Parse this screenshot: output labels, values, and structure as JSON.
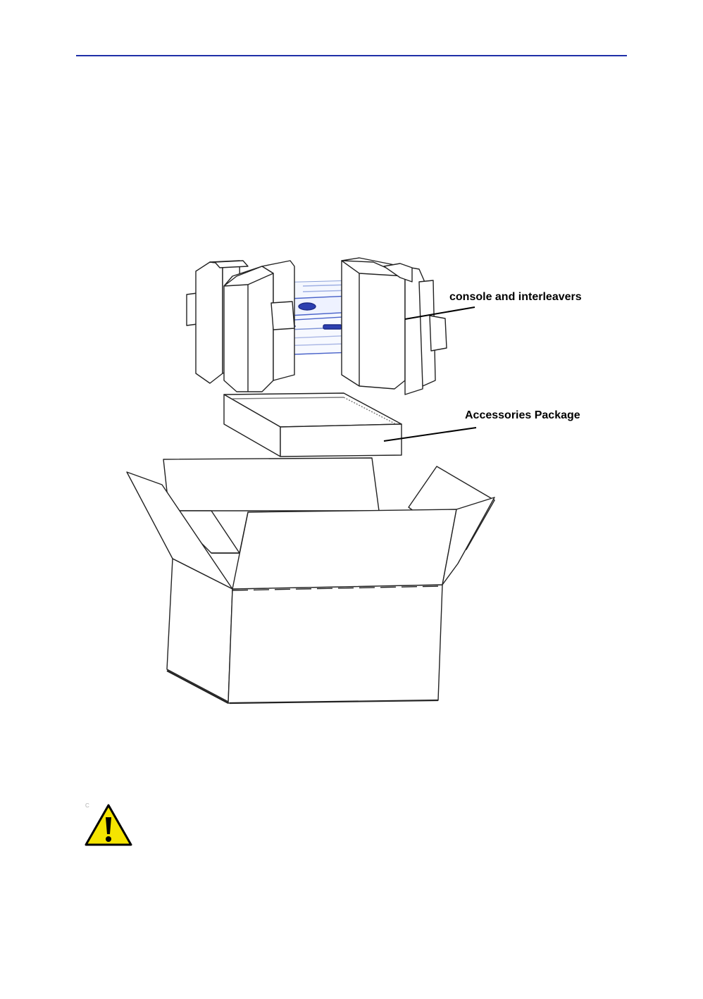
{
  "header": {
    "rule_color": "#1f2fa8"
  },
  "figure": {
    "callouts": {
      "console": "console and interleavers",
      "accessories": "Accessories Package"
    }
  },
  "caution": {
    "icon": "warning-triangle-icon",
    "icon_fill": "#f5e400",
    "mark": "C"
  }
}
